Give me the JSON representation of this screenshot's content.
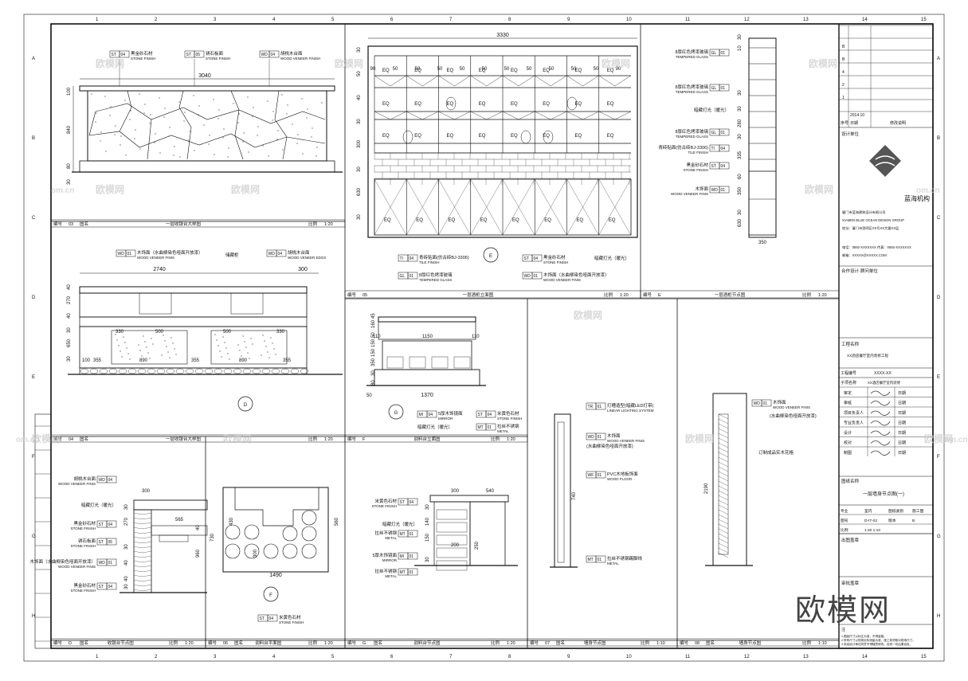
{
  "grid": {
    "top_numbers": [
      "1",
      "2",
      "3",
      "4",
      "5",
      "6",
      "7",
      "8",
      "9",
      "10",
      "11",
      "12",
      "13",
      "14",
      "15"
    ],
    "side_letters": [
      "A",
      "B",
      "C",
      "D",
      "E",
      "F",
      "G",
      "H"
    ]
  },
  "watermarks": {
    "text": "欧模网",
    "site": "om.cn",
    "big": "欧模网"
  },
  "panels": {
    "p1": {
      "no_label": "编号",
      "no": "03",
      "name_label": "图名",
      "name": "一层收银台大样图",
      "scale_label": "比例",
      "scale": "1:20",
      "dims": [
        "3040",
        "100",
        "840",
        "80",
        "30"
      ],
      "labels": [
        {
          "tag": "ST",
          "code": "04",
          "cn": "黑金砂石材",
          "en": "STONE FINISH"
        },
        {
          "tag": "ST",
          "code": "05",
          "cn": "锈石板面",
          "en": "STONE FINISH"
        },
        {
          "tag": "WD",
          "code": "04",
          "cn": "胡桃木台面",
          "en": "WOOD VENEER FINISH"
        }
      ]
    },
    "p2": {
      "no_label": "编号",
      "no": "04",
      "name_label": "图名",
      "name": "一层收银台大样图",
      "scale_label": "比例",
      "scale": "1:20",
      "dims_top": [
        "2740",
        "300"
      ],
      "dims_left": [
        "40",
        "270",
        "40",
        "30",
        "650",
        "30"
      ],
      "dims_row": [
        "330",
        "500",
        "500",
        "330"
      ],
      "dims_bottom": [
        "100",
        "355",
        "890",
        "355",
        "890",
        "355"
      ],
      "labels": [
        {
          "tag": "WD",
          "code": "01",
          "cn": "木饰面（水曲柳染色哑面开放漆）",
          "en": "WOOD VENEER FINIS"
        },
        {
          "tag": "",
          "code": "",
          "cn": "储藏柜",
          "en": ""
        },
        {
          "tag": "WD",
          "code": "04",
          "cn": "胡桃木台面",
          "en": "WOOD VENEER EDGS"
        }
      ],
      "marker": "D"
    },
    "p3": {
      "dim_total": "3330",
      "dims_top": [
        "90",
        "50",
        "50",
        "50",
        "50",
        "50",
        "50",
        "50",
        "50",
        "50",
        "50",
        "90"
      ],
      "dims_left": [
        "30",
        "50",
        "40",
        "30",
        "300",
        "30",
        "630",
        "30"
      ],
      "eq": "EQ",
      "no_label": "编号",
      "no": "05",
      "name": "一层酒柜立面图",
      "scale_label": "比例",
      "scale": "1:20",
      "labels": [
        {
          "tag": "TI",
          "code": "04",
          "cn": "青砖贴面(仿古砖BJ-3306)",
          "en": "TILE FINISH"
        },
        {
          "tag": "GL",
          "code": "01",
          "cn": "8厚红色烤漆玻璃",
          "en": "TEMPERED GLASS"
        },
        {
          "tag": "ST",
          "code": "04",
          "cn": "黑金砂石材",
          "en": "STONE FINISH"
        },
        {
          "tag": "WD",
          "code": "01",
          "cn": "木饰面（水曲柳染色哑面开放漆）",
          "en": "WOOD VENEER FINIS"
        },
        {
          "tag": "",
          "code": "",
          "cn": "暗藏灯光（暖光）",
          "en": ""
        }
      ],
      "marker": "E"
    },
    "p4": {
      "no_label": "编号",
      "no": "E",
      "name": "一层酒柜节点图",
      "scale_label": "比例",
      "scale": "1:20",
      "dims": [
        "30",
        "10",
        "30",
        "30",
        "280",
        "30",
        "335",
        "60",
        "350",
        "30",
        "630",
        "350"
      ],
      "labels": [
        {
          "tag": "GL",
          "code": "01",
          "cn": "8厚红色烤漆玻璃",
          "en": "TEMPERED GLASS"
        },
        {
          "tag": "GL",
          "code": "01",
          "cn": "8厚红色烤漆玻璃",
          "en": "TEMPERED GLASS"
        },
        {
          "tag": "",
          "code": "",
          "cn": "暗藏灯光（暖光）",
          "en": ""
        },
        {
          "tag": "GL",
          "code": "01",
          "cn": "8厚红色烤漆玻璃",
          "en": "TEMPERED GLASS"
        },
        {
          "tag": "TI",
          "code": "04",
          "cn": "青砖贴面(仿古砖BJ-3306)",
          "en": "TILE FINISH"
        },
        {
          "tag": "ST",
          "code": "04",
          "cn": "黑金砂石材",
          "en": "STONE FINISH"
        },
        {
          "tag": "WD",
          "code": "01",
          "cn": "木饰面",
          "en": "WOOD VENEER FINIS"
        }
      ]
    },
    "p5": {
      "no_label": "编号",
      "no": "F",
      "name": "调料台立面图",
      "scale_label": "比例",
      "scale": "1:20",
      "dims_top": [
        "110",
        "1150",
        "110"
      ],
      "dims_left": [
        "45",
        "160",
        "50",
        "150",
        "150",
        "350",
        "30",
        "80"
      ],
      "dims_bottom": [
        "1370",
        "50"
      ],
      "labels": [
        {
          "tag": "MI",
          "code": "04",
          "cn": "5厚木饰镜面",
          "en": "MIRROR"
        },
        {
          "tag": "",
          "code": "",
          "cn": "暗藏灯光（暖光）",
          "en": ""
        },
        {
          "tag": "ST",
          "code": "04",
          "cn": "米黄色石材",
          "en": "STONE FINISH"
        },
        {
          "tag": "MT",
          "code": "01",
          "cn": "拉丝不锈钢",
          "en": "METAL"
        }
      ],
      "marker": "G"
    },
    "p6": {
      "no_label": "编号",
      "no": "D",
      "name_label": "图名",
      "name": "收银台节点图",
      "scale_label": "比例",
      "scale": "1:20",
      "dims": [
        "300",
        "30",
        "270",
        "565",
        "40",
        "30",
        "40",
        "40",
        "960",
        "30"
      ],
      "labels": [
        {
          "tag": "WD",
          "code": "04",
          "cn": "胡桃木台面",
          "en": "WOOD VENEER FINIS"
        },
        {
          "tag": "",
          "code": "",
          "cn": "暗藏灯光（暖光）",
          "en": ""
        },
        {
          "tag": "ST",
          "code": "04",
          "cn": "黑金砂石材",
          "en": "STONE FINISH"
        },
        {
          "tag": "ST",
          "code": "05",
          "cn": "锈石板面",
          "en": "STONE FINISH"
        },
        {
          "tag": "WD",
          "code": "01",
          "cn": "木饰面（水曲柳染色哑面开放漆）",
          "en": "WOOD VENEER FINIS"
        },
        {
          "tag": "ST",
          "code": "04",
          "cn": "黑金砂石材",
          "en": "STONE FINISH"
        }
      ]
    },
    "p7": {
      "no_label": "编号",
      "no": "06",
      "name_label": "图名",
      "name": "调料台平面图",
      "scale_label": "比例",
      "scale": "1:20",
      "dims": [
        "730",
        "430",
        "300",
        "1490",
        "560"
      ],
      "marker": "F",
      "labels": [
        {
          "tag": "ST",
          "code": "04",
          "cn": "米黄色石材",
          "en": "STONE FINISH"
        }
      ]
    },
    "p8": {
      "no_label": "编号",
      "no": "G",
      "name_label": "图名",
      "name": "调料台节点图",
      "scale_label": "比例",
      "scale": "1:20",
      "dims": [
        "300",
        "540",
        "30",
        "140",
        "150",
        "200",
        "250",
        "30"
      ],
      "labels": [
        {
          "tag": "ST",
          "code": "04",
          "cn": "米黄色石材",
          "en": "STONE FINISH"
        },
        {
          "tag": "",
          "code": "",
          "cn": "暗藏灯光（暖光）",
          "en": ""
        },
        {
          "tag": "MT",
          "code": "01",
          "cn": "拉丝不锈钢",
          "en": "METAL"
        },
        {
          "tag": "MI",
          "code": "01",
          "cn": "5厚木饰镜面",
          "en": "MIRROR"
        },
        {
          "tag": "MT",
          "code": "01",
          "cn": "拉丝不锈钢",
          "en": "METAL"
        }
      ]
    },
    "p9": {
      "no_label": "编号",
      "no": "07",
      "name_label": "图名",
      "name": "墙身节点图",
      "scale_label": "比例",
      "scale": "1:10",
      "dims": [
        "740"
      ],
      "labels": [
        {
          "tag": "TR",
          "code": "01",
          "cn": "灯槽造型(暗藏LED灯带)",
          "en": "LINEAR LIGHTING SYSTEM"
        },
        {
          "tag": "WD",
          "code": "01",
          "cn": "木饰面",
          "en": "WOOD VENEER FINIS"
        },
        {
          "tag": "WD",
          "code": "01",
          "cn": "(水曲柳染色哑面开放漆)",
          "en": ""
        },
        {
          "tag": "WF",
          "code": "01",
          "cn": "PVC木地板饰面",
          "en": "WOOD FLOOR"
        },
        {
          "tag": "MT",
          "code": "01",
          "cn": "拉丝不锈钢踢脚线",
          "en": "METAL"
        }
      ]
    },
    "p10": {
      "no_label": "编号",
      "no": "08",
      "name_label": "图名",
      "name": "墙身节点图",
      "scale_label": "比例",
      "scale": "1:10",
      "dims": [
        "2190"
      ],
      "labels": [
        {
          "tag": "WD",
          "code": "01",
          "cn": "木饰面",
          "en": "WOOD VENEER FINIS"
        },
        {
          "tag": "",
          "code": "",
          "cn": "(水曲柳染色哑面开放漆)",
          "en": ""
        },
        {
          "tag": "",
          "code": "",
          "cn": "订制成品实木花格",
          "en": ""
        }
      ]
    }
  },
  "title_block": {
    "revisions": {
      "rows": [
        "B",
        "B",
        "4",
        "2",
        "1"
      ],
      "date": "2014.10",
      "col_no": "序号",
      "col_date": "日期",
      "col_desc": "修改说明"
    },
    "design_unit_label": "设计单位",
    "company": "蓝海机构",
    "company_lines": [
      "厦门市蓝海建筑设计有限公司",
      "XIAMEN BLUE OCEAN DESIGN GROUP",
      "地址：厦门市思明区XX号XX大厦XX层"
    ],
    "contact_lines": [
      "电话：0592-XXXXXXX  传真：0592-XXXXXXX",
      "邮箱：XXXXX@XXXXX.COM"
    ],
    "cooperate_label": "合作设计·顾问单位",
    "project_label": "工程名称",
    "project_name": "XX酒店餐厅室内装修工程",
    "project_no_label": "工程编号",
    "project_no": "XXXX-XX",
    "sub_label": "子项名称",
    "sub_name": "XX酒店餐厅室内装修",
    "sign_roles": [
      "审定",
      "审核",
      "项目负责人",
      "专业负责人",
      "设计",
      "校对",
      "制图"
    ],
    "date_label": "日期",
    "drawing_name_label": "图纸名称",
    "drawing_name": "一层墙身节点图(一)",
    "row1": [
      "专业",
      "室内",
      "图纸类别",
      "施工图"
    ],
    "row2": [
      "图号",
      "D-IT-02",
      "版本",
      "B"
    ],
    "row3": [
      "比例",
      "1:20 1:10",
      "",
      ""
    ],
    "issue_label": "出图盖章",
    "approval_label": "审批盖章",
    "notes_label": "注",
    "notes": [
      "1.图纸尺寸以标注为准，不得量取。",
      "2.所有尺寸以现场实际测量为准，施工前须核对现场尺寸。",
      "3.未经设计单位同意不得随意修改，否则一切后果自负。"
    ]
  }
}
